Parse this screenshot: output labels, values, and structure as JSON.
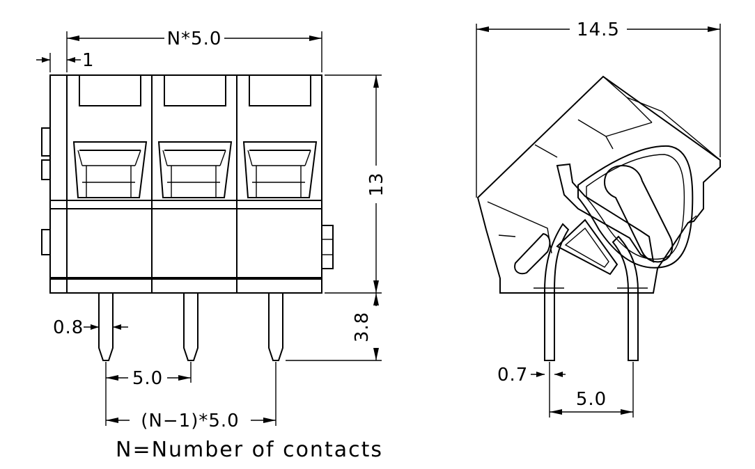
{
  "front_view": {
    "width_dim": "N*5.0",
    "offset_dim": "1",
    "height_dim": "13",
    "pin_length_dim": "3.8",
    "pin_width_dim": "0.8",
    "pitch_dim": "5.0",
    "span_dim": "(N−1)*5.0"
  },
  "side_view": {
    "depth_dim": "14.5",
    "pin_width_dim": "0.7",
    "pitch_dim": "5.0"
  },
  "note": "N=Number of contacts"
}
